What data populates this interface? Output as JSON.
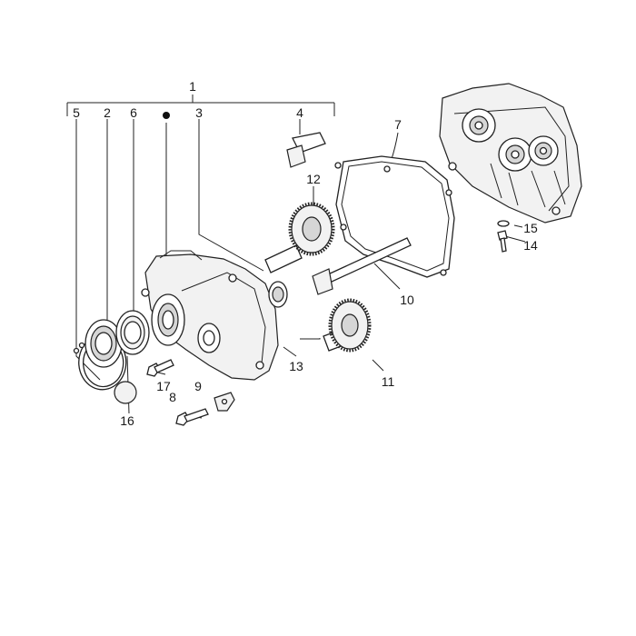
{
  "diagram": {
    "callouts": [
      {
        "id": "1",
        "text": "1"
      },
      {
        "id": "2",
        "text": "2"
      },
      {
        "id": "3",
        "text": "3"
      },
      {
        "id": "4",
        "text": "4"
      },
      {
        "id": "5",
        "text": "5"
      },
      {
        "id": "6",
        "text": "6"
      },
      {
        "id": "7",
        "text": "7"
      },
      {
        "id": "8",
        "text": "8"
      },
      {
        "id": "9",
        "text": "9"
      },
      {
        "id": "10",
        "text": "10"
      },
      {
        "id": "11",
        "text": "11"
      },
      {
        "id": "12",
        "text": "12"
      },
      {
        "id": "13",
        "text": "13"
      },
      {
        "id": "14",
        "text": "14"
      },
      {
        "id": "15",
        "text": "15"
      },
      {
        "id": "16",
        "text": "16"
      },
      {
        "id": "17",
        "text": "17"
      }
    ],
    "colors": {
      "line": "#222222",
      "background": "#ffffff",
      "shade": "#d6d6d6"
    }
  }
}
